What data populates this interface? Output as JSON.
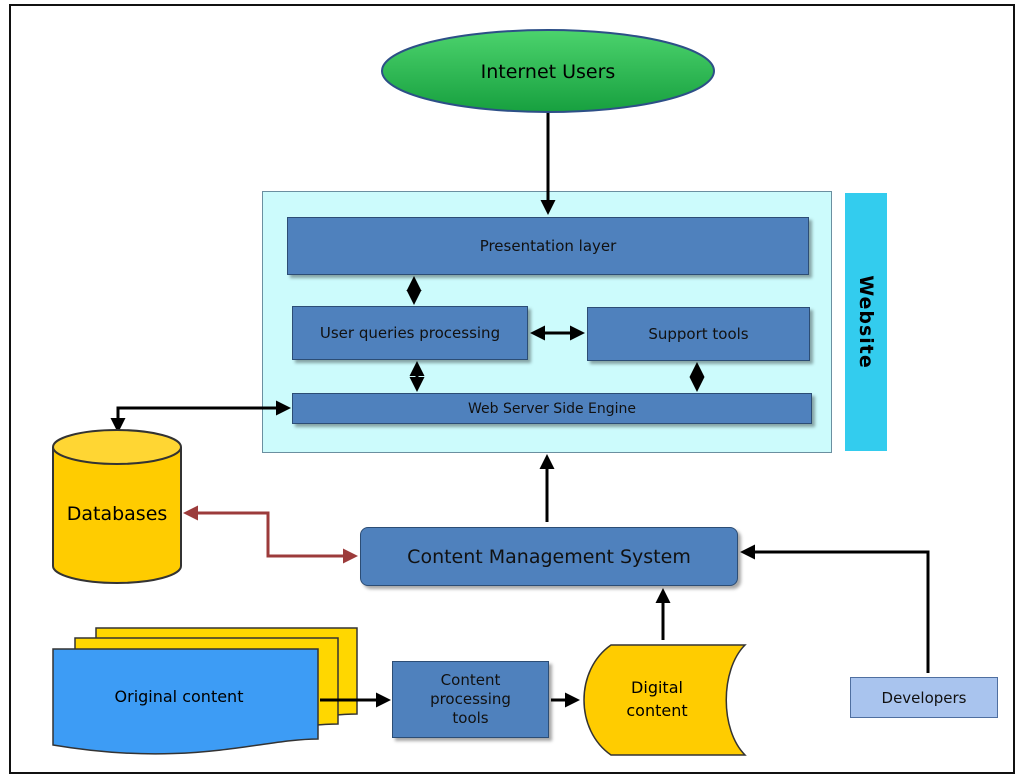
{
  "nodes": {
    "internet_users": "Internet Users",
    "presentation_layer": "Presentation layer",
    "user_queries": "User queries processing",
    "support_tools": "Support tools",
    "web_server": "Web Server Side Engine",
    "website": "Website",
    "databases": "Databases",
    "cms": "Content Management System",
    "original_content": "Original content",
    "content_processing_line1": "Content",
    "content_processing_line2": "processing",
    "content_processing_line3": "tools",
    "digital_content_line1": "Digital",
    "digital_content_line2": "content",
    "developers": "Developers"
  },
  "colors": {
    "ellipse_fill": "#22b14c",
    "box_fill": "#4f81bd",
    "panel_fill": "#ccfbfc",
    "website_tab": "#33ccee",
    "cylinder_fill": "#ffcc00",
    "document_fill": "#3d9cf5",
    "stack_back": "#ffd700",
    "developers_fill": "#a9c4ee",
    "db_arrow": "#9c3b3b"
  }
}
